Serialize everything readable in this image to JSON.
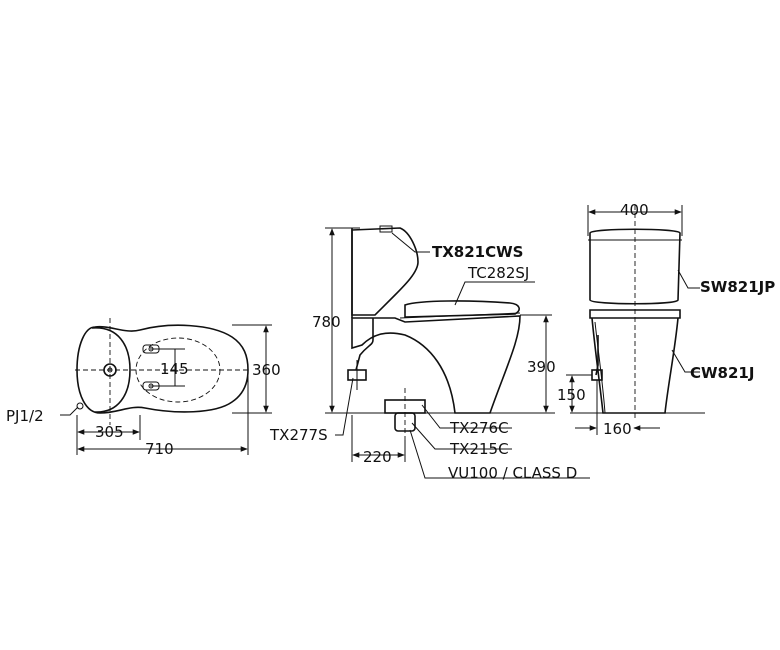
{
  "dimensions": {
    "length": "710",
    "width": "360",
    "side_outlet_offset": "305",
    "inlet_spacing": "145",
    "height": "780",
    "seat_height": "390",
    "drain_offset": "220",
    "top_width": "400",
    "supply_height": "150",
    "base_width": "160"
  },
  "parts": {
    "supply_thread": "PJ1/2",
    "tank": "TX821CWS",
    "seat": "TC282SJ",
    "stop_valve": "TX277S",
    "fitting_a": "TX276C",
    "fitting_b": "TX215C",
    "drain": "VU100 / CLASS D",
    "tank_front": "SW821JP",
    "bowl_front": "CW821J"
  }
}
